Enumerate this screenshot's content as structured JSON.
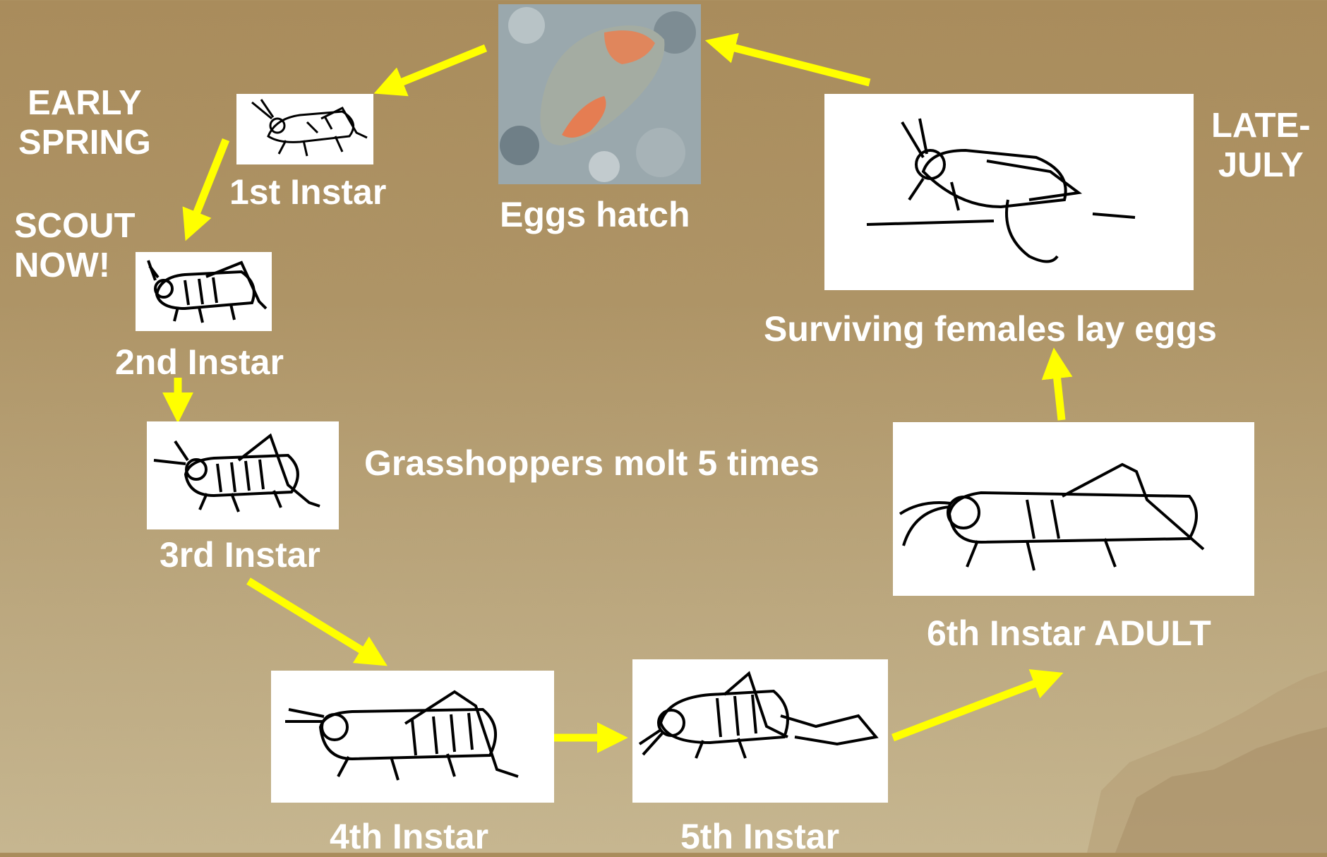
{
  "title_fragment": "",
  "labels": {
    "early_spring": "EARLY\nSPRING",
    "scout_now": "SCOUT\nNOW!",
    "late_july": "LATE-\nJULY",
    "molt_note": "Grasshoppers molt  5 times"
  },
  "stages": [
    {
      "id": "eggs",
      "label": "Eggs hatch",
      "image": "egg-pod-photo"
    },
    {
      "id": "instar1",
      "label": "1st Instar",
      "image": "nymph-drawing"
    },
    {
      "id": "instar2",
      "label": "2nd Instar",
      "image": "nymph-drawing"
    },
    {
      "id": "instar3",
      "label": "3rd Instar",
      "image": "nymph-drawing"
    },
    {
      "id": "instar4",
      "label": "4th Instar",
      "image": "nymph-drawing"
    },
    {
      "id": "instar5",
      "label": "5th Instar",
      "image": "molting-drawing"
    },
    {
      "id": "adult",
      "label": "6th Instar ADULT",
      "image": "adult-drawing"
    },
    {
      "id": "laying",
      "label": "Surviving females lay eggs",
      "image": "egg-laying-drawing"
    }
  ],
  "colors": {
    "arrow": "#ffff00",
    "text": "#ffffff",
    "background": "#ad9263"
  }
}
